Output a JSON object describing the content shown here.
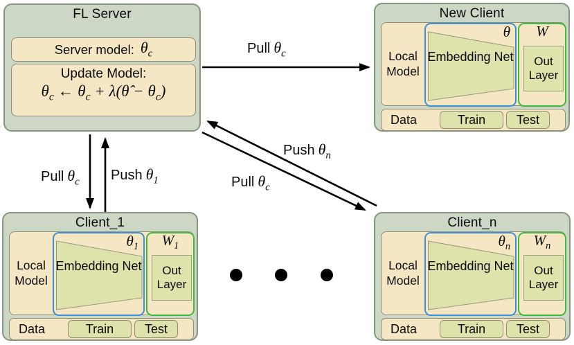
{
  "server": {
    "title": "FL Server",
    "model_label": "Server model:",
    "model_sym": "θ",
    "model_sub": "c",
    "update_label": "Update Model:",
    "formula": {
      "t1": "θ",
      "s1": "c",
      "t2": " ← ",
      "t3": "θ",
      "s2": "c",
      "t4": " + λ(",
      "t5": "θ̂",
      "t6": " − ",
      "t7": "θ",
      "s3": "c",
      "t8": ")"
    }
  },
  "labels": {
    "local_model": "Local Model",
    "embedding": "Embedding Net",
    "out_layer": "Out Layer",
    "data": "Data",
    "train": "Train",
    "test": "Test",
    "theta": "θ",
    "w": "W"
  },
  "clients": [
    {
      "title": "New Client",
      "theta_sub": "",
      "w_sub": ""
    },
    {
      "title": "Client_1",
      "theta_sub": "1",
      "w_sub": "1"
    },
    {
      "title": "Client_n",
      "theta_sub": "n",
      "w_sub": "n"
    }
  ],
  "arrows": {
    "pull_new": {
      "verb": "Pull",
      "sym": "θ",
      "sub": "c"
    },
    "pull_1": {
      "verb": "Pull",
      "sym": "θ",
      "sub": "c"
    },
    "push_1": {
      "verb": "Push",
      "sym": "θ",
      "sub": "1"
    },
    "push_n": {
      "verb": "Push",
      "sym": "θ",
      "sub": "n"
    },
    "pull_n": {
      "verb": "Pull",
      "sym": "θ",
      "sub": "c"
    }
  },
  "colors": {
    "box_fill": "#ccd7c5",
    "box_border": "#85957f",
    "panel_fill": "#f6e7c4",
    "inner_fill": "#dde3ab",
    "embed_border": "#3f8fd6",
    "out_border": "#43b843",
    "arrow": "#000000"
  }
}
